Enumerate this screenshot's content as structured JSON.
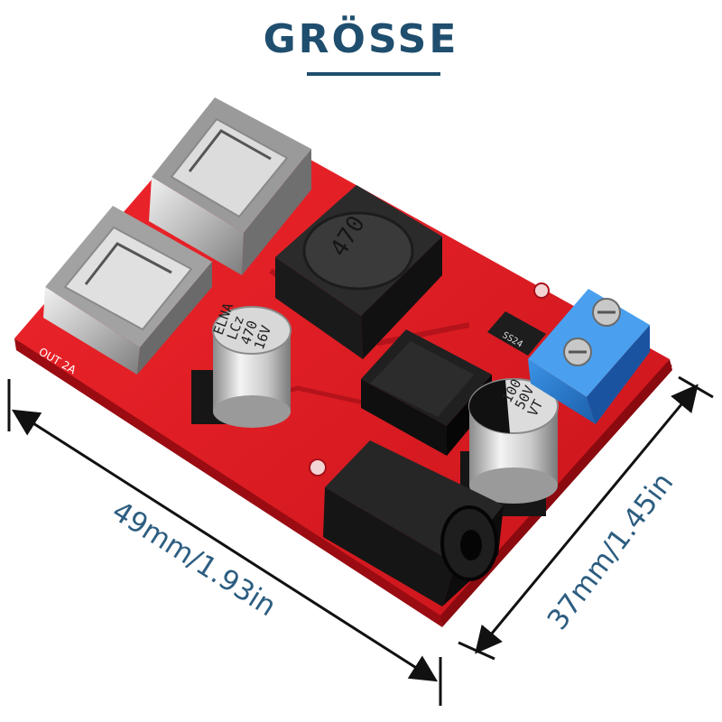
{
  "header": {
    "title": "GRÖSSE"
  },
  "board": {
    "output_label": "OUT 2A",
    "inductor_marking": "470",
    "left_cap_marking": [
      "ELNA",
      "LCz",
      "470",
      "16V"
    ],
    "right_cap_marking": [
      "100",
      "50V",
      "VT"
    ],
    "diode_marking": "SS24"
  },
  "dimensions": {
    "width_label": "49mm/1.93in",
    "depth_label": "37mm/1.45in"
  },
  "colors": {
    "title": "#1f4e6e",
    "dimension_text": "#2c5d80",
    "pcb": "#e31b23",
    "terminal": "#2a7fd4"
  }
}
